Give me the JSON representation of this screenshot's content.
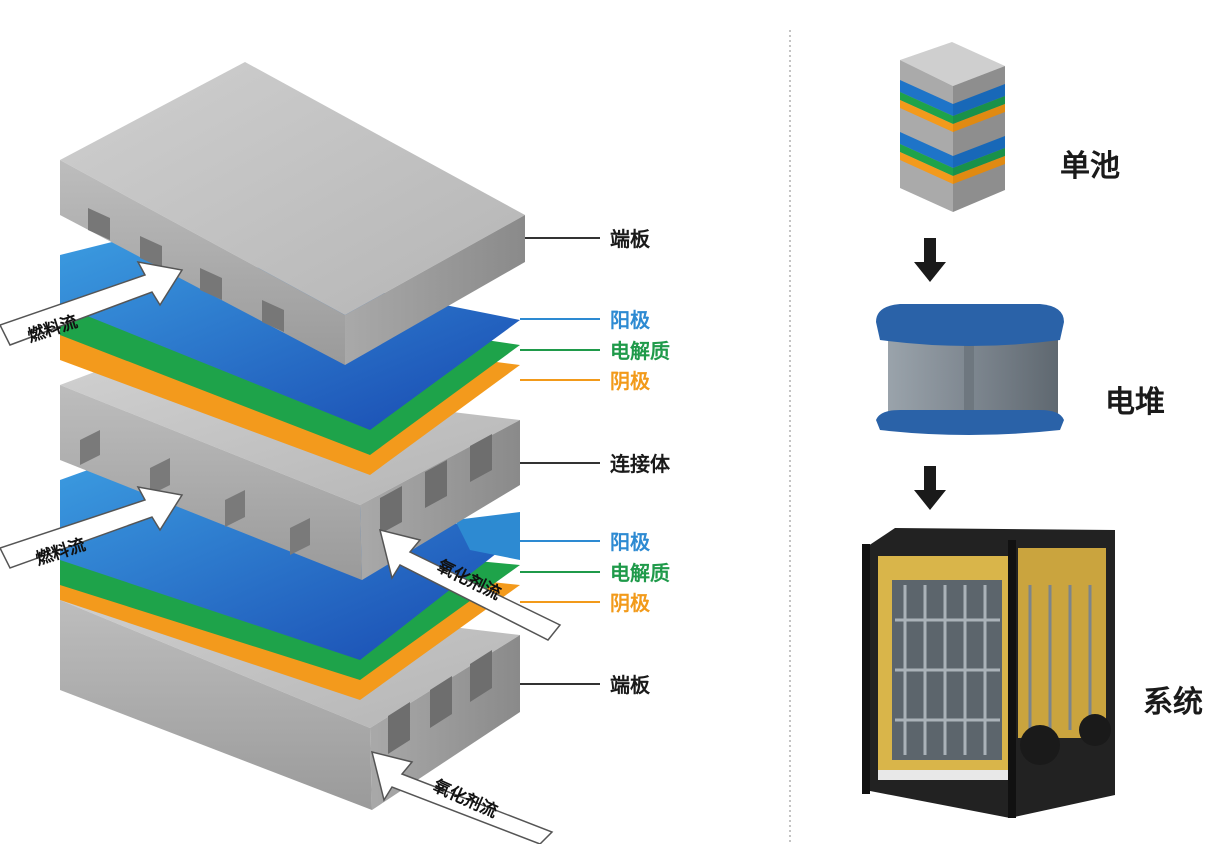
{
  "labels": {
    "end_plate_top": "端板",
    "anode_1": "阳极",
    "electrolyte_1": "电解质",
    "cathode_1": "阴极",
    "interconnect": "连接体",
    "anode_2": "阳极",
    "electrolyte_2": "电解质",
    "cathode_2": "阴极",
    "end_plate_bottom": "端板"
  },
  "flows": {
    "fuel_1": "燃料流",
    "fuel_2": "燃料流",
    "oxidant_1": "氧化剂流",
    "oxidant_2": "氧化剂流"
  },
  "hierarchy": {
    "cell": "单池",
    "stack": "电堆",
    "system": "系统"
  },
  "colors": {
    "plate": "#c4c4c4",
    "anode": "#1e74c8",
    "electrolyte": "#1ea34a",
    "cathode": "#f39a1c",
    "anode_label": "#2d8ad2",
    "electrolyte_label": "#1f9a4a",
    "cathode_label": "#f29a1a"
  }
}
